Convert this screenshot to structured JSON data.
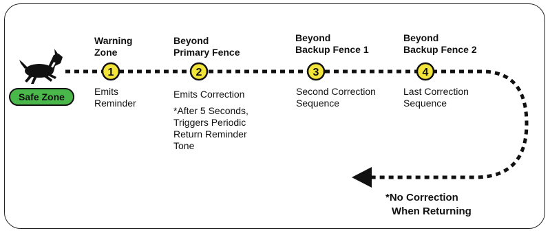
{
  "safe_zone": "Safe Zone",
  "stages": [
    {
      "number": "1",
      "title": "Warning\nZone",
      "desc": "Emits\nReminder"
    },
    {
      "number": "2",
      "title": "Beyond\nPrimary Fence",
      "desc": "Emits Correction",
      "note": "*After 5 Seconds,\nTriggers Periodic\nReturn Reminder\nTone"
    },
    {
      "number": "3",
      "title": "Beyond\nBackup Fence 1",
      "desc": "Second Correction\nSequence"
    },
    {
      "number": "4",
      "title": "Beyond\nBackup Fence 2",
      "desc": "Last Correction\nSequence"
    }
  ],
  "return_note": {
    "line1": "*No Correction",
    "line2": "When Returning"
  },
  "colors": {
    "marker": "#f3e43a",
    "safe": "#49b749",
    "line": "#111111"
  },
  "icons": {
    "pet": "dog-icon",
    "arrow": "arrowhead-left-icon"
  }
}
